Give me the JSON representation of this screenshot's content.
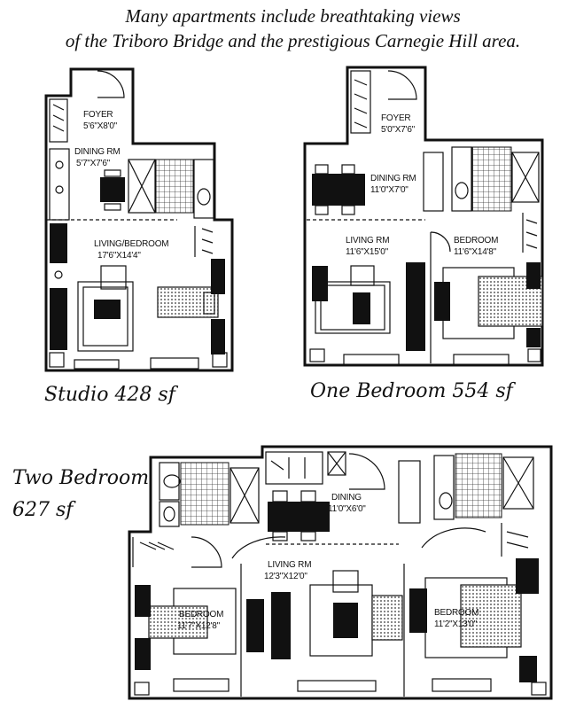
{
  "headline": {
    "line1": "Many apartments include breathtaking views",
    "line2": "of the Triboro Bridge and the prestigious Carnegie Hill area."
  },
  "studio": {
    "caption": "Studio 428 sf",
    "rooms": [
      {
        "name": "FOYER",
        "size": "5'6\"X8'0\""
      },
      {
        "name": "DINING RM",
        "size": "5'7\"X7'6\""
      },
      {
        "name": "LIVING/BEDROOM",
        "size": "17'6\"X14'4\""
      }
    ]
  },
  "one_bedroom": {
    "caption": "One Bedroom 554 sf",
    "rooms": [
      {
        "name": "FOYER",
        "size": "5'0\"X7'6\""
      },
      {
        "name": "DINING RM",
        "size": "11'0\"X7'0\""
      },
      {
        "name": "LIVING RM",
        "size": "11'6\"X15'0\""
      },
      {
        "name": "BEDROOM",
        "size": "11'6\"X14'8\""
      }
    ]
  },
  "two_bedroom": {
    "caption_line1": "Two Bedroom",
    "caption_line2": "627 sf",
    "rooms": [
      {
        "name": "DINING",
        "size": "11'0\"X6'0\""
      },
      {
        "name": "LIVING RM",
        "size": "12'3\"X12'0\""
      },
      {
        "name": "BEDROOM",
        "size": "11'7\"X12'8\""
      },
      {
        "name": "BEDROOM",
        "size": "11'2\"X13'0\""
      }
    ]
  }
}
